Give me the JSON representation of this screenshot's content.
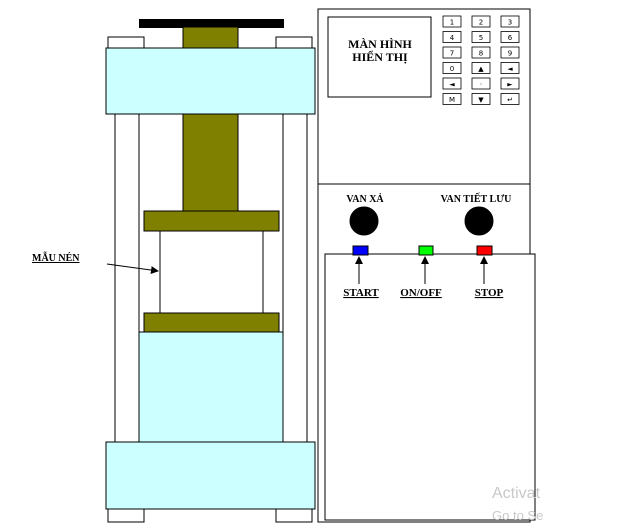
{
  "colors": {
    "press_body": "#ccffff",
    "press_ram": "#808000",
    "outline": "#000000",
    "knob": "#000000",
    "start_led": "#0000ff",
    "onoff_led": "#00ff00",
    "stop_led": "#ff0000"
  },
  "press": {
    "specimen_label": "MẪU NÉN"
  },
  "control_panel": {
    "display_line1": "MÀN HÌNH",
    "display_line2": "HIỂN THỊ",
    "keypad": [
      {
        "glyph": "1",
        "icon": "key-1-icon"
      },
      {
        "glyph": "2",
        "icon": "key-2-icon"
      },
      {
        "glyph": "3",
        "icon": "key-3-icon"
      },
      {
        "glyph": "4",
        "icon": "key-4-icon"
      },
      {
        "glyph": "5",
        "icon": "key-5-icon"
      },
      {
        "glyph": "6",
        "icon": "key-6-icon"
      },
      {
        "glyph": "7",
        "icon": "key-7-icon"
      },
      {
        "glyph": "8",
        "icon": "key-8-icon"
      },
      {
        "glyph": "9",
        "icon": "key-9-icon"
      },
      {
        "glyph": "0",
        "icon": "key-0-icon"
      },
      {
        "glyph": "▲",
        "icon": "arrow-up-icon"
      },
      {
        "glyph": "◄",
        "icon": "key-dash-icon"
      },
      {
        "glyph": "◄",
        "icon": "arrow-left-icon"
      },
      {
        "glyph": "·",
        "icon": "key-dot-icon"
      },
      {
        "glyph": "►",
        "icon": "arrow-right-icon"
      },
      {
        "glyph": "M",
        "icon": "key-m-icon"
      },
      {
        "glyph": "▼",
        "icon": "arrow-down-icon"
      },
      {
        "glyph": "↵",
        "icon": "enter-icon"
      }
    ],
    "knob_left_label": "VAN XẢ",
    "knob_right_label": "VAN TIẾT LƯU",
    "start_label": "START",
    "onoff_label": "ON/OFF",
    "stop_label": "STOP"
  },
  "watermark": {
    "line1": "Activat",
    "line2": "Go to Se"
  }
}
